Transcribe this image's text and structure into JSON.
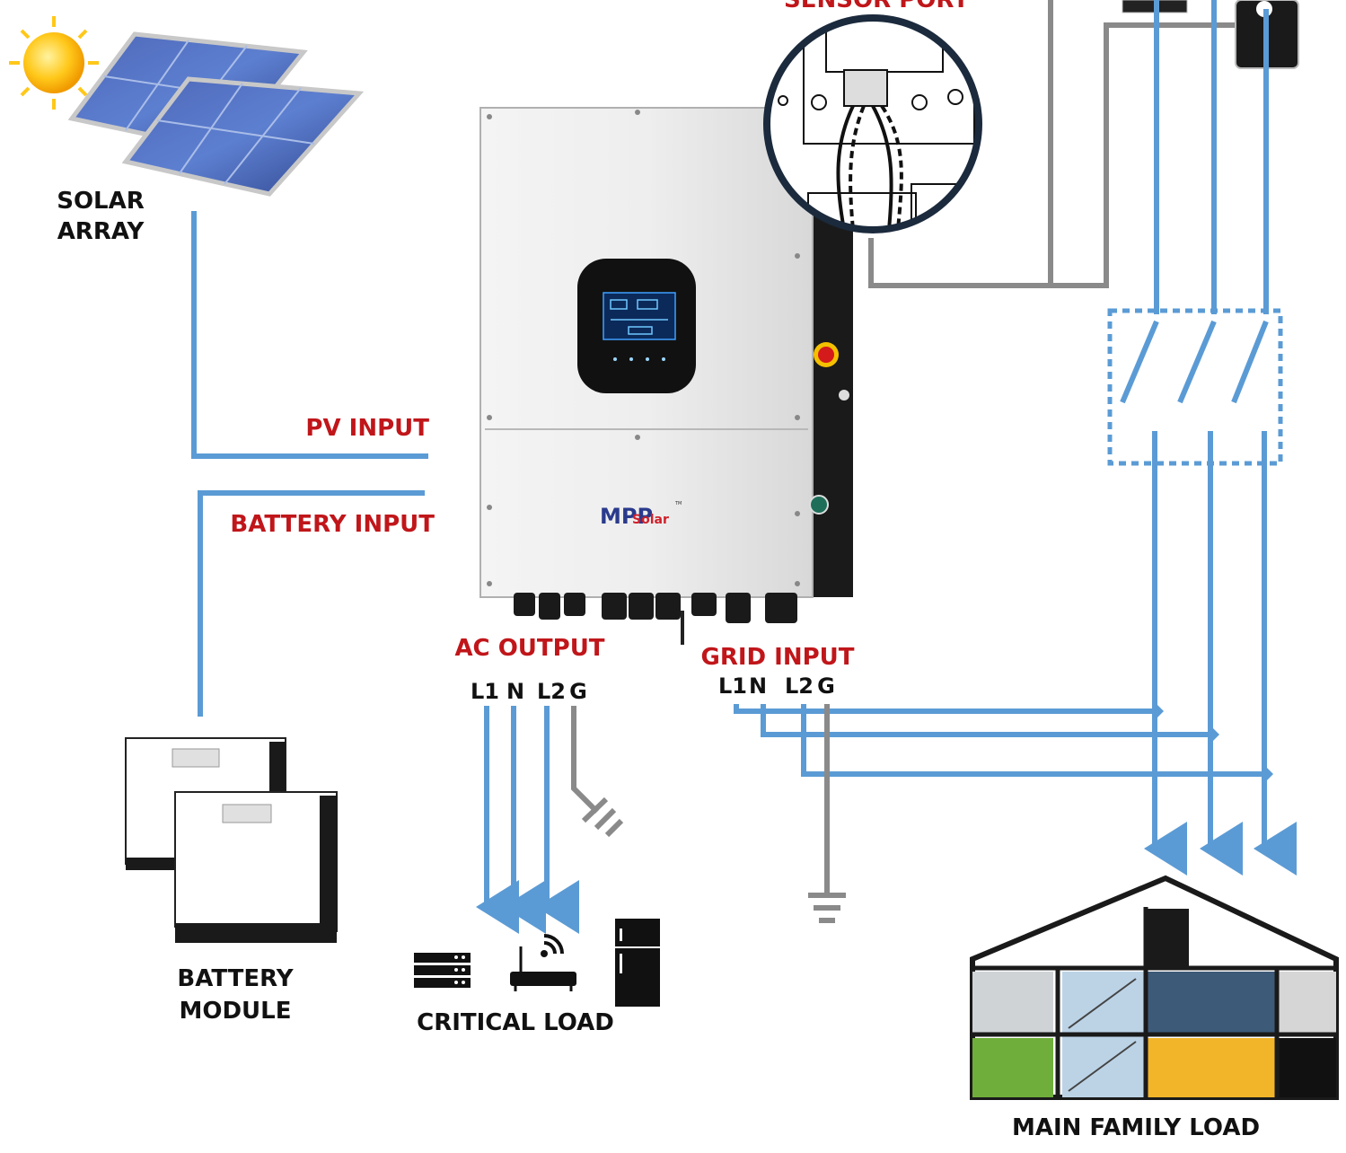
{
  "labels": {
    "solar_array_line1": "SOLAR",
    "solar_array_line2": "ARRAY",
    "pv_input": "PV INPUT",
    "battery_input": "BATTERY INPUT",
    "battery_module_line1": "BATTERY",
    "battery_module_line2": "MODULE",
    "ac_output": "AC OUTPUT",
    "ac_terminals": [
      "L1",
      "N",
      "L2",
      "G"
    ],
    "grid_input": "GRID INPUT",
    "grid_terminals": [
      "L1",
      "N",
      "L2",
      "G"
    ],
    "critical_load": "CRITICAL LOAD",
    "main_family_load": "MAIN FAMILY LOAD",
    "sensor_port": "SENSOR PORT"
  },
  "brand": {
    "logo_text_mpp": "MPP",
    "logo_text_solar": "Solar",
    "logo_tm": "TM"
  },
  "colors": {
    "wire_blue": "#5b9bd5",
    "wire_gray": "#8a8a8a",
    "label_red": "#c0161a",
    "label_black": "#111111"
  },
  "icons": [
    "sun-icon",
    "solar-panel-icon",
    "battery-module-icon",
    "server-icon",
    "wifi-router-icon",
    "refrigerator-icon",
    "house-icon",
    "ground-icon",
    "breaker-icon",
    "ct-sensor-icon"
  ]
}
